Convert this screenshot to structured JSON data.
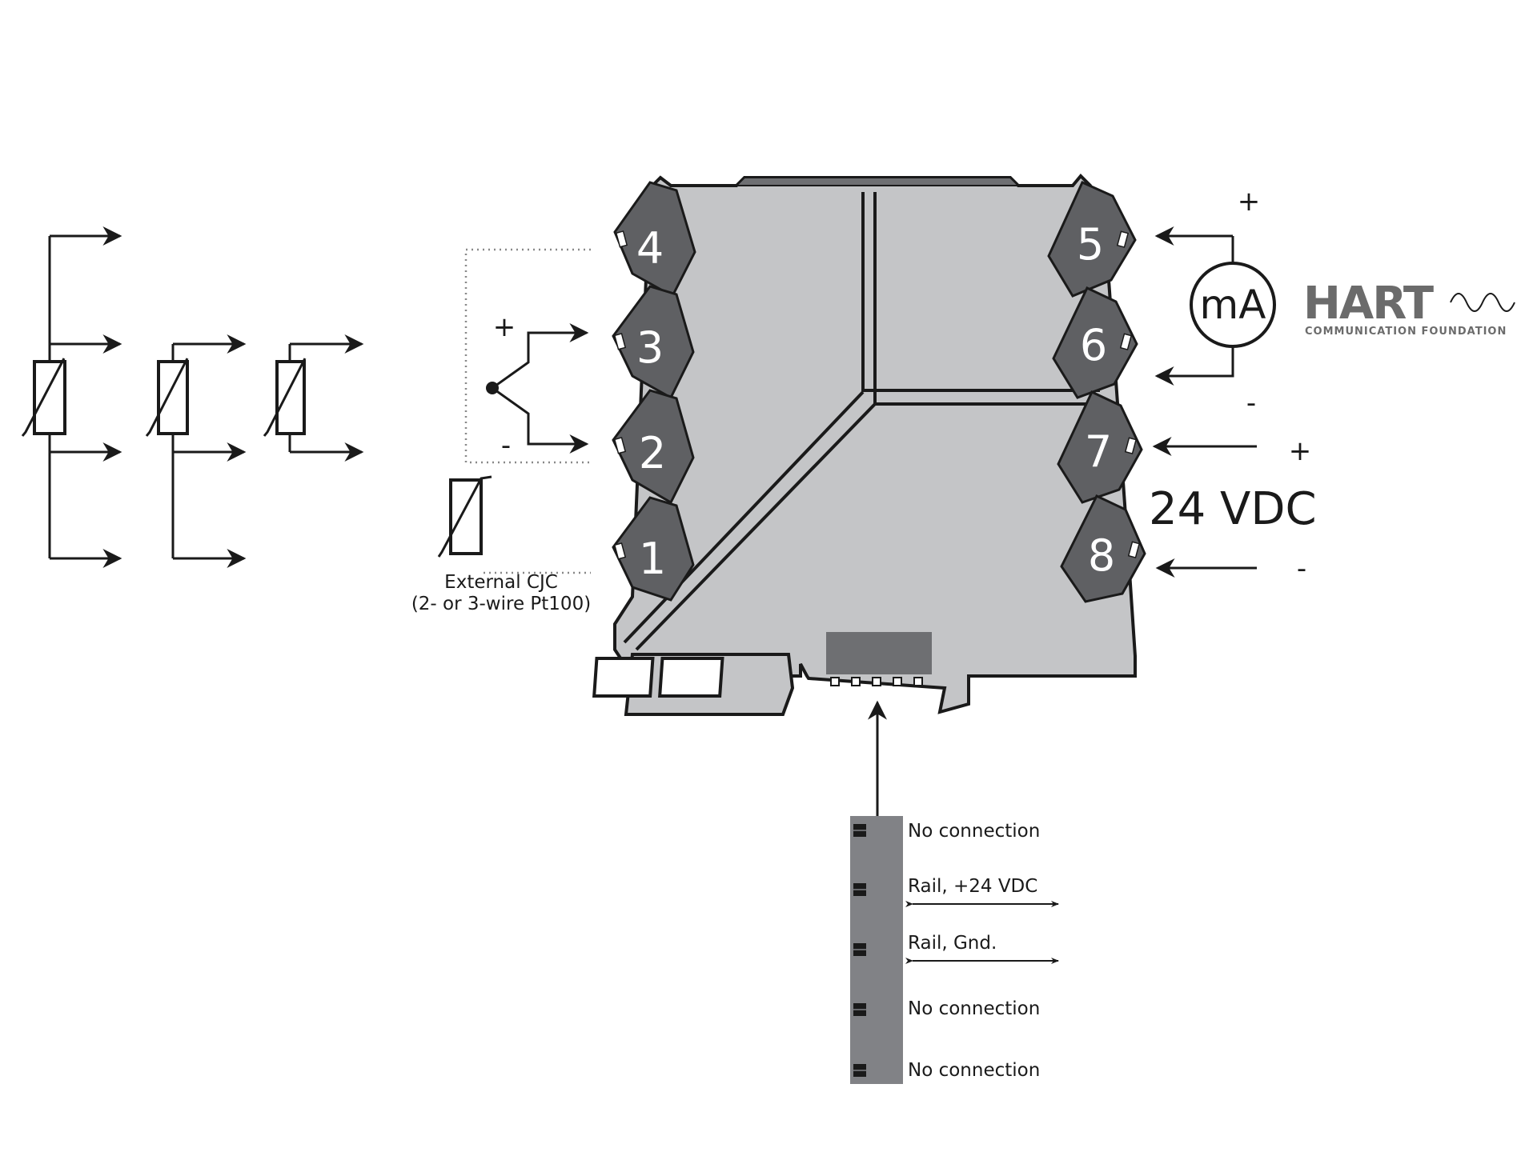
{
  "terminals": {
    "t1": "1",
    "t2": "2",
    "t3": "3",
    "t4": "4",
    "t5": "5",
    "t6": "6",
    "t7": "7",
    "t8": "8"
  },
  "thermocouple": {
    "plus": "+",
    "minus": "-"
  },
  "cjc": {
    "line1": "External CJC",
    "line2": "(2- or 3-wire Pt100)"
  },
  "output": {
    "meter": "mA",
    "plus": "+",
    "minus": "-"
  },
  "supply": {
    "label": "24 VDC",
    "plus": "+",
    "minus": "-"
  },
  "hart": {
    "logo": "HART",
    "tagline": "COMMUNICATION FOUNDATION"
  },
  "rail_connector": {
    "pins": [
      "No connection",
      "Rail, +24 VDC",
      "Rail, Gnd.",
      "No connection",
      "No connection"
    ]
  },
  "colors": {
    "housing": "#c4c5c7",
    "terminal_block": "#5f6063",
    "connector": "#818286",
    "hart_logo": "#6b6b6b"
  }
}
